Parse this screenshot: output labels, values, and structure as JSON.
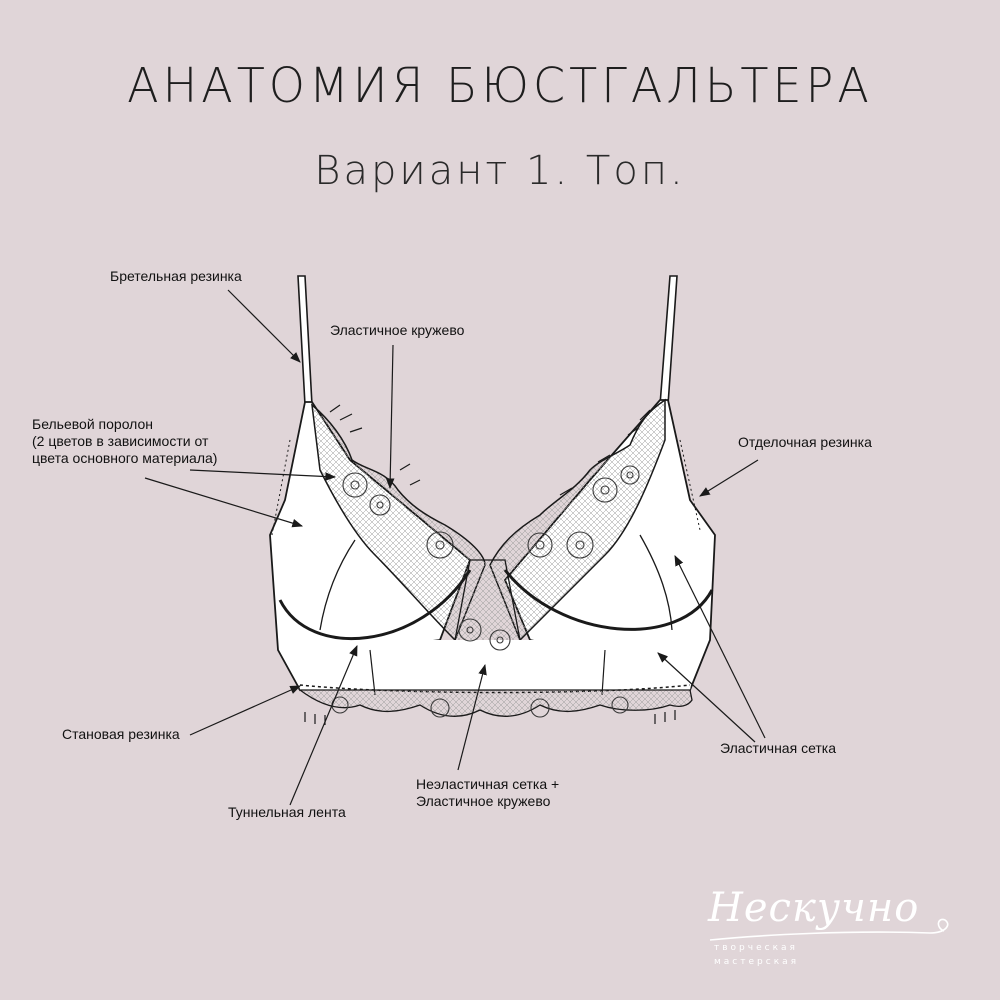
{
  "title": "АНАТОМИЯ БЮСТГАЛЬТЕРА",
  "subtitle": "Вариант 1. Топ.",
  "labels": {
    "strap_elastic": "Бретельная резинка",
    "elastic_lace": "Эластичное кружево",
    "foam": "Бельевой поролон\n(2 цветов в зависимости от\nцвета основного материала)",
    "trim_elastic": "Отделочная резинка",
    "band_elastic": "Становая резинка",
    "tunnel_tape": "Туннельная лента",
    "nonelastic_mesh": "Неэластичная сетка +\nЭластичное кружево",
    "elastic_mesh": "Эластичная сетка"
  },
  "logo": {
    "script": "Нескучно",
    "line1": "творческая",
    "line2": "мастерская"
  },
  "colors": {
    "background": "#e0d5d8",
    "garment": "#ffffff",
    "line": "#1a1a1a",
    "lace": "#8c8c8c"
  }
}
